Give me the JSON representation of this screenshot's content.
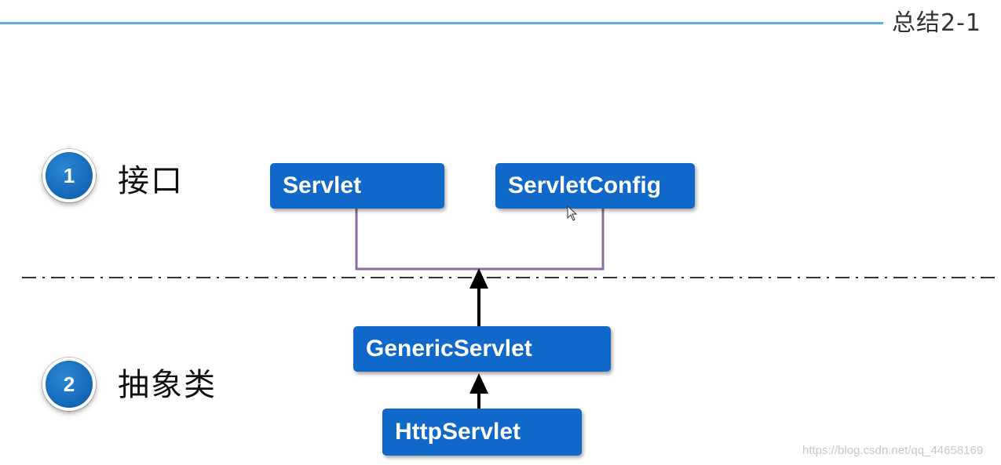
{
  "title": "总结2-1",
  "sections": [
    {
      "number": "1",
      "label": "接口"
    },
    {
      "number": "2",
      "label": "抽象类"
    }
  ],
  "nodes": {
    "servlet": "Servlet",
    "servlet_config": "ServletConfig",
    "generic_servlet": "GenericServlet",
    "http_servlet": "HttpServlet"
  },
  "colors": {
    "box": "#1068c8",
    "connector": "#8e6aa8",
    "title_line": "#5ab0e0"
  },
  "watermark": "https://blog.csdn.net/qq_44658169"
}
